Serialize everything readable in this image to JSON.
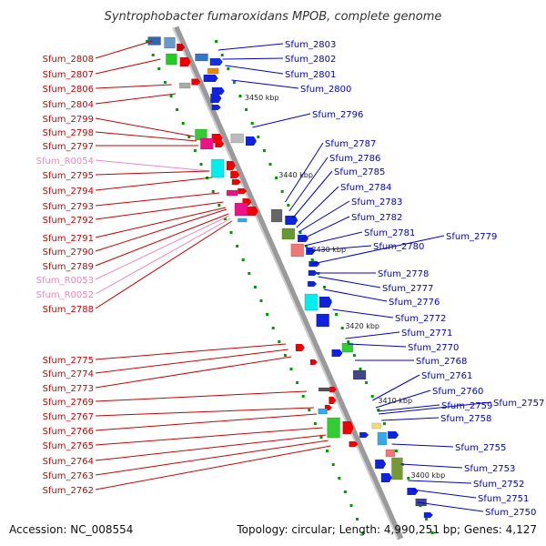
{
  "title": "Syntrophobacter fumaroxidans MPOB, complete genome",
  "footer": {
    "accession": "Accession: NC_008554",
    "topology": "Topology: circular; Length: 4,990,251 bp; Genes: 4,127"
  },
  "colors": {
    "forward_label": "#cc0000",
    "reverse_label": "#0000cc",
    "rna_label": "#ee88bb",
    "backbone": "#999999",
    "tick": "#009900"
  },
  "scale_marks": [
    {
      "label": "3450 kbp"
    },
    {
      "label": "3440 kbp"
    },
    {
      "label": "3430 kbp"
    },
    {
      "label": "3420 kbp"
    },
    {
      "label": "3410 kbp"
    },
    {
      "label": "3400 kbp"
    }
  ],
  "left_labels": [
    {
      "text": "Sfum_2808",
      "type": "gene"
    },
    {
      "text": "Sfum_2807",
      "type": "gene"
    },
    {
      "text": "Sfum_2806",
      "type": "gene"
    },
    {
      "text": "Sfum_2804",
      "type": "gene"
    },
    {
      "text": "Sfum_2799",
      "type": "gene"
    },
    {
      "text": "Sfum_2798",
      "type": "gene"
    },
    {
      "text": "Sfum_2797",
      "type": "gene"
    },
    {
      "text": "Sfum_R0054",
      "type": "rna"
    },
    {
      "text": "Sfum_2795",
      "type": "gene"
    },
    {
      "text": "Sfum_2794",
      "type": "gene"
    },
    {
      "text": "Sfum_2793",
      "type": "gene"
    },
    {
      "text": "Sfum_2792",
      "type": "gene"
    },
    {
      "text": "Sfum_2791",
      "type": "gene"
    },
    {
      "text": "Sfum_2790",
      "type": "gene"
    },
    {
      "text": "Sfum_2789",
      "type": "gene"
    },
    {
      "text": "Sfum_R0053",
      "type": "rna"
    },
    {
      "text": "Sfum_R0052",
      "type": "rna"
    },
    {
      "text": "Sfum_2788",
      "type": "gene"
    },
    {
      "text": "Sfum_2775",
      "type": "gene"
    },
    {
      "text": "Sfum_2774",
      "type": "gene"
    },
    {
      "text": "Sfum_2773",
      "type": "gene"
    },
    {
      "text": "Sfum_2769",
      "type": "gene"
    },
    {
      "text": "Sfum_2767",
      "type": "gene"
    },
    {
      "text": "Sfum_2766",
      "type": "gene"
    },
    {
      "text": "Sfum_2765",
      "type": "gene"
    },
    {
      "text": "Sfum_2764",
      "type": "gene"
    },
    {
      "text": "Sfum_2763",
      "type": "gene"
    },
    {
      "text": "Sfum_2762",
      "type": "gene"
    }
  ],
  "right_labels": [
    {
      "text": "Sfum_2803"
    },
    {
      "text": "Sfum_2802"
    },
    {
      "text": "Sfum_2801"
    },
    {
      "text": "Sfum_2800"
    },
    {
      "text": "Sfum_2796"
    },
    {
      "text": "Sfum_2787"
    },
    {
      "text": "Sfum_2786"
    },
    {
      "text": "Sfum_2785"
    },
    {
      "text": "Sfum_2784"
    },
    {
      "text": "Sfum_2783"
    },
    {
      "text": "Sfum_2782"
    },
    {
      "text": "Sfum_2781"
    },
    {
      "text": "Sfum_2780"
    },
    {
      "text": "Sfum_2779"
    },
    {
      "text": "Sfum_2778"
    },
    {
      "text": "Sfum_2777"
    },
    {
      "text": "Sfum_2776"
    },
    {
      "text": "Sfum_2772"
    },
    {
      "text": "Sfum_2771"
    },
    {
      "text": "Sfum_2770"
    },
    {
      "text": "Sfum_2768"
    },
    {
      "text": "Sfum_2761"
    },
    {
      "text": "Sfum_2760"
    },
    {
      "text": "Sfum_2759"
    },
    {
      "text": "Sfum_2757"
    },
    {
      "text": "Sfum_2758"
    },
    {
      "text": "Sfum_2755"
    },
    {
      "text": "Sfum_2753"
    },
    {
      "text": "Sfum_2752"
    },
    {
      "text": "Sfum_2751"
    },
    {
      "text": "Sfum_2750"
    }
  ]
}
